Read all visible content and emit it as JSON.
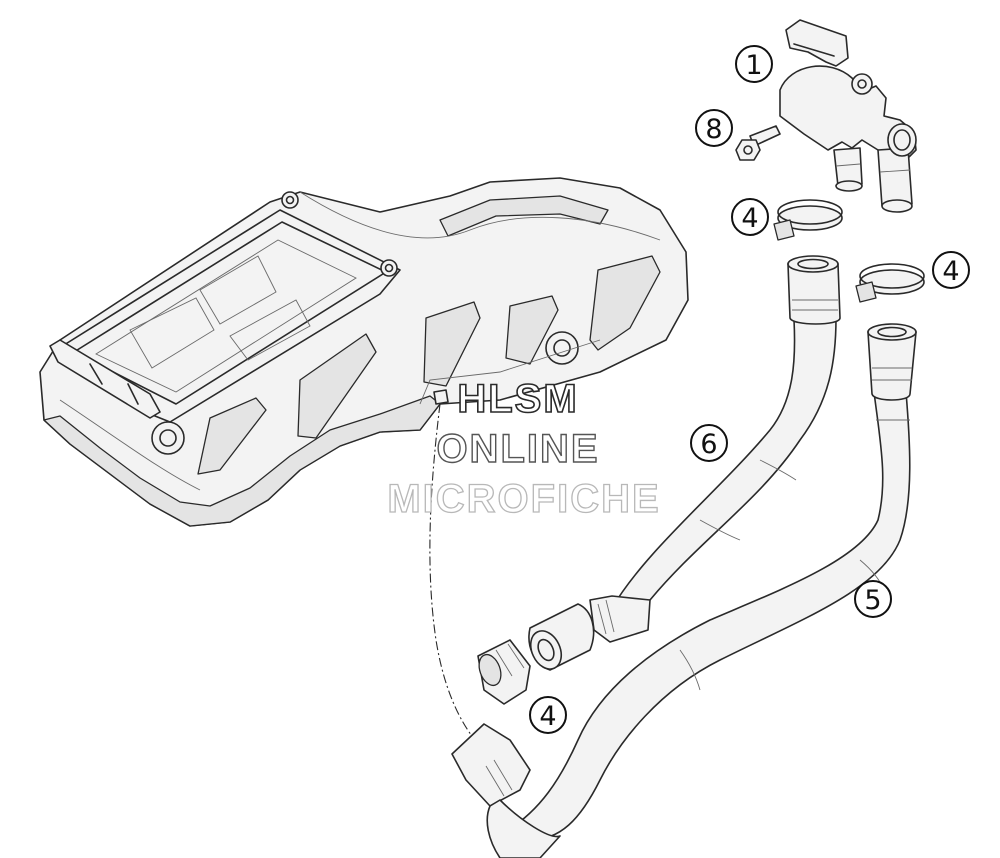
{
  "callouts": [
    {
      "id": "callout-1",
      "label": "1"
    },
    {
      "id": "callout-8",
      "label": "8"
    },
    {
      "id": "callout-4a",
      "label": "4"
    },
    {
      "id": "callout-4b",
      "label": "4"
    },
    {
      "id": "callout-6",
      "label": "6"
    },
    {
      "id": "callout-5",
      "label": "5"
    },
    {
      "id": "callout-4c",
      "label": "4"
    }
  ],
  "watermark": {
    "line1": "HLSM",
    "line2": "ONLINE",
    "line3": "MICROFICHE"
  },
  "colors": {
    "line": "#2a2a2a",
    "fill": "#f3f3f3",
    "shade": "#e4e4e4",
    "watermark_dark": "#ffffff",
    "watermark_light": "#e6e6e6"
  }
}
